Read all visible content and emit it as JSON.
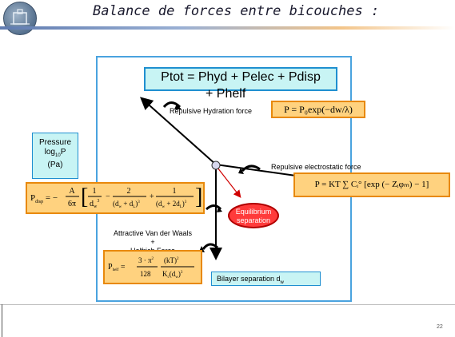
{
  "slide": {
    "title": "Balance de forces entre bicouches :",
    "page_number": "22"
  },
  "logo": {
    "icon": "university-seal-icon"
  },
  "diagram": {
    "ptot_equation": "Ptot = Phyd + Pelec + Pdisp",
    "phelf_term": "+ Phelf",
    "hydration_label": "Repulsive Hydration force",
    "hydration_equation": "P = P₀exp(−dᴡ/λ)",
    "electrostatic_label": "Repulsive electrostatic force",
    "electrostatic_equation": "P = KT ∑ Cᵢ° [exp (− Zᵢφₘ) − 1]",
    "pressure_label_line1": "Pressure",
    "pressure_label_line2": "log",
    "pressure_label_sub": "10",
    "pressure_label_line2b": "P",
    "pressure_label_line3": "(Pa)",
    "equilibrium_line1": "Equilibrium",
    "equilibrium_line2": "separation",
    "vdw_line1": "Attractive Van der Waals",
    "vdw_line2": "+",
    "vdw_line3": "Helfrich Force",
    "bilayer_label": "Bilayer separation  d",
    "bilayer_sub": "w",
    "disp_equation": {
      "lhs": "P",
      "lhs_sub": "disp",
      "coef_num": "A",
      "coef_den": "6π",
      "t1_num": "1",
      "t1_den": "d",
      "t1_den_sub": "w",
      "t1_den_sup": "3",
      "t2_num": "2",
      "t2_den": "(d",
      "t2_den_rest": " + d",
      "t2_den_end": ")",
      "t3_num": "1",
      "t3_den": "(d",
      "t3_den_rest": " + 2d",
      "t3_den_end": ")"
    },
    "helf_equation": {
      "lhs": "P",
      "lhs_sub": "helf",
      "num_a": "3 · π",
      "num_b": "(kT)",
      "den_a": "128",
      "den_b": "K",
      "den_b_sub": "c",
      "den_b_rest": "(d",
      "den_b_end": ")"
    }
  }
}
